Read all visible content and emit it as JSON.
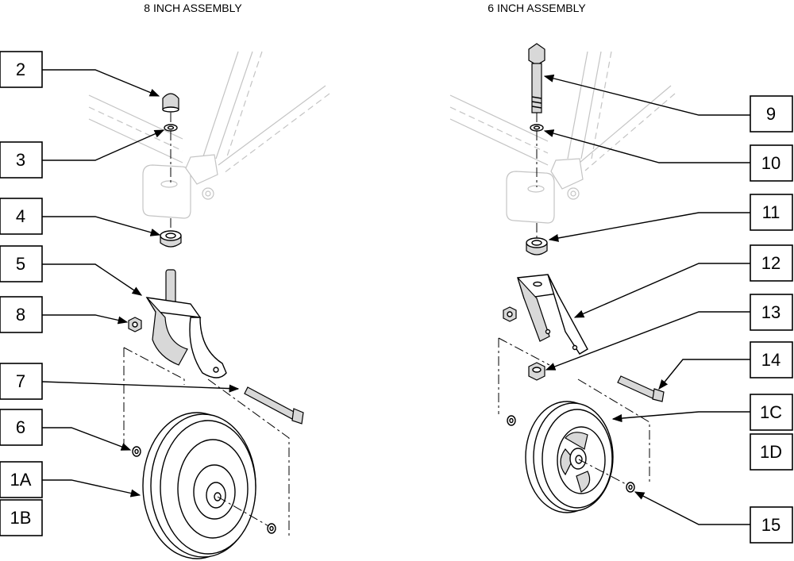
{
  "assemblies": [
    {
      "id": "eight",
      "title": "8 INCH ASSEMBLY"
    },
    {
      "id": "six",
      "title": "6 INCH ASSEMBLY"
    }
  ],
  "callouts_left": [
    "2",
    "3",
    "4",
    "5",
    "8",
    "7",
    "6",
    "1A",
    "1B"
  ],
  "callouts_right": [
    "9",
    "10",
    "11",
    "12",
    "13",
    "14",
    "1C",
    "1D",
    "15"
  ]
}
